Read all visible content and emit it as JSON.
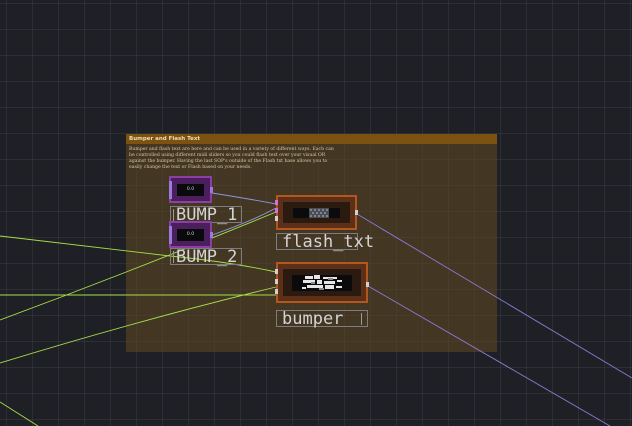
{
  "annotation": {
    "title": "Bumper and Flash Text",
    "body": "Bumper and flash text are here and can be used in a variety of different ways. Each can be controlled using different midi sliders so you could flash text over your visual OR against the bumper. Having the last SOP's outside of the Flash txt base allows you to easily change the text or Flash based on your needs."
  },
  "nodes": {
    "bump1": {
      "label": "BUMP_1",
      "tile_text": "0.0"
    },
    "bump2": {
      "label": "BUMP_2",
      "tile_text": "0.0"
    },
    "flash_txt": {
      "label": "flash_txt"
    },
    "bumper": {
      "label": "bumper"
    }
  },
  "colors": {
    "canvas": "#1f2025",
    "grid": "#3a3d47",
    "annotation_fill": "#604822",
    "annotation_header": "#7c5212",
    "chop_node": "#4b1f5d",
    "chop_border": "#8c3fa4",
    "top_node": "#5c3018",
    "top_border": "#b3571f",
    "wire_chop": "#a5e04a",
    "wire_export": "#7f86d6",
    "wire_top": "#8a7ad4"
  }
}
